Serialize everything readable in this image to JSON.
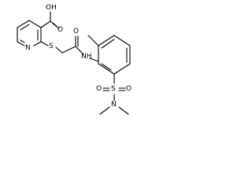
{
  "atoms": {
    "oh": "OH",
    "carboxyl_o": "O",
    "pyridine_n": "N",
    "thioether_s": "S",
    "amide_o": "O",
    "amide_nh": "NH",
    "sulfonyl_s": "S",
    "sulfonyl_o_left": "O",
    "sulfonyl_o_right": "O",
    "dimethyl_n": "N"
  },
  "colors": {
    "bonds": "#000000",
    "labels": "#000000",
    "background": "#ffffff"
  }
}
